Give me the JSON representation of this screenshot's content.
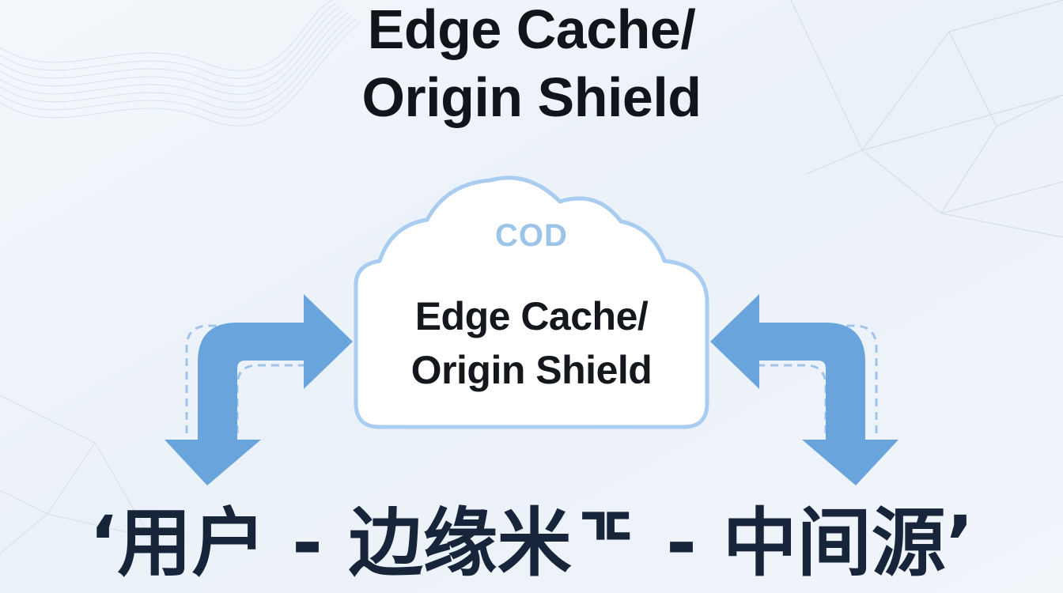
{
  "title": {
    "line1": "Edge Cache/",
    "line2": "Origin Shield"
  },
  "cloud": {
    "top_label": "COD",
    "main_line1": "Edge Cache/",
    "main_line2": "Origin Shield"
  },
  "bottom_text": "‘用户 - 边缘米ᅚ - 中间源’",
  "colors": {
    "title": "#111418",
    "cloud_stroke": "#a9cdf0",
    "cloud_label": "#9cc3e8",
    "arrow_fill": "#6aa4dd",
    "arrow_dash": "#9fc4ea",
    "bottom_text": "#17243a"
  },
  "icons": [
    "cloud-icon",
    "arrow-left-icon",
    "arrow-right-icon"
  ]
}
